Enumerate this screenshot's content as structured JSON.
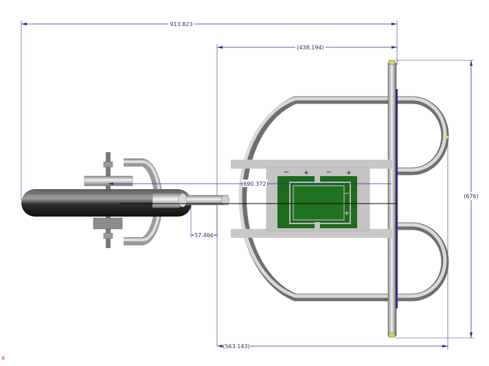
{
  "drawing": {
    "dimensions": {
      "overall_length": "913.823",
      "frame_length": "(438.194)",
      "center_span": "(690.372)",
      "frame_height": "(676)",
      "base_length": "(563.143)",
      "axle_offset": "57.466"
    },
    "pcb": {
      "left_minus": "−",
      "left_plus": "+",
      "right_minus": "−",
      "right_plus": "+",
      "side_minus": "−",
      "side_plus": "+"
    },
    "origin_marker": "x"
  },
  "colors": {
    "dimension": "#2a2a8a",
    "tube": "#b9b9b9",
    "pcb": "#1d6b1d",
    "plate": "#c8c8c8",
    "wheel": "#1a1a1a"
  }
}
